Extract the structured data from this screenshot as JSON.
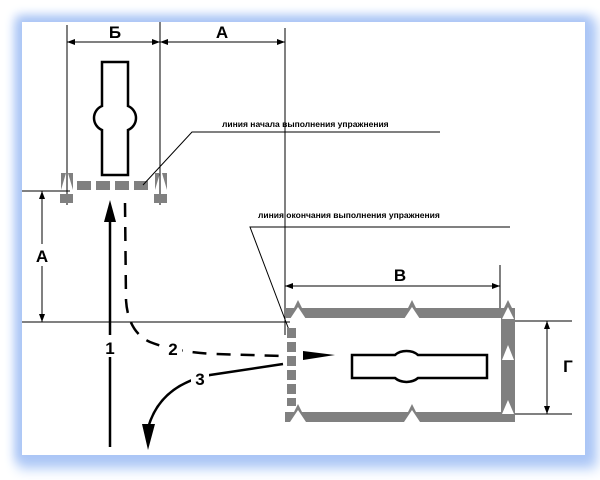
{
  "dimensions": {
    "b": "Б",
    "a_top": "А",
    "a_left": "А",
    "v": "В",
    "g": "Г"
  },
  "paths": {
    "p1": "1",
    "p2": "2",
    "p3": "3"
  },
  "labels": {
    "start_line": "линия начала выполнения упражнения",
    "finish_line": "линия окончания выполнения упражнения"
  },
  "colors": {
    "marking": "#808080",
    "line": "#000000",
    "glow": "#a9c4f5"
  }
}
